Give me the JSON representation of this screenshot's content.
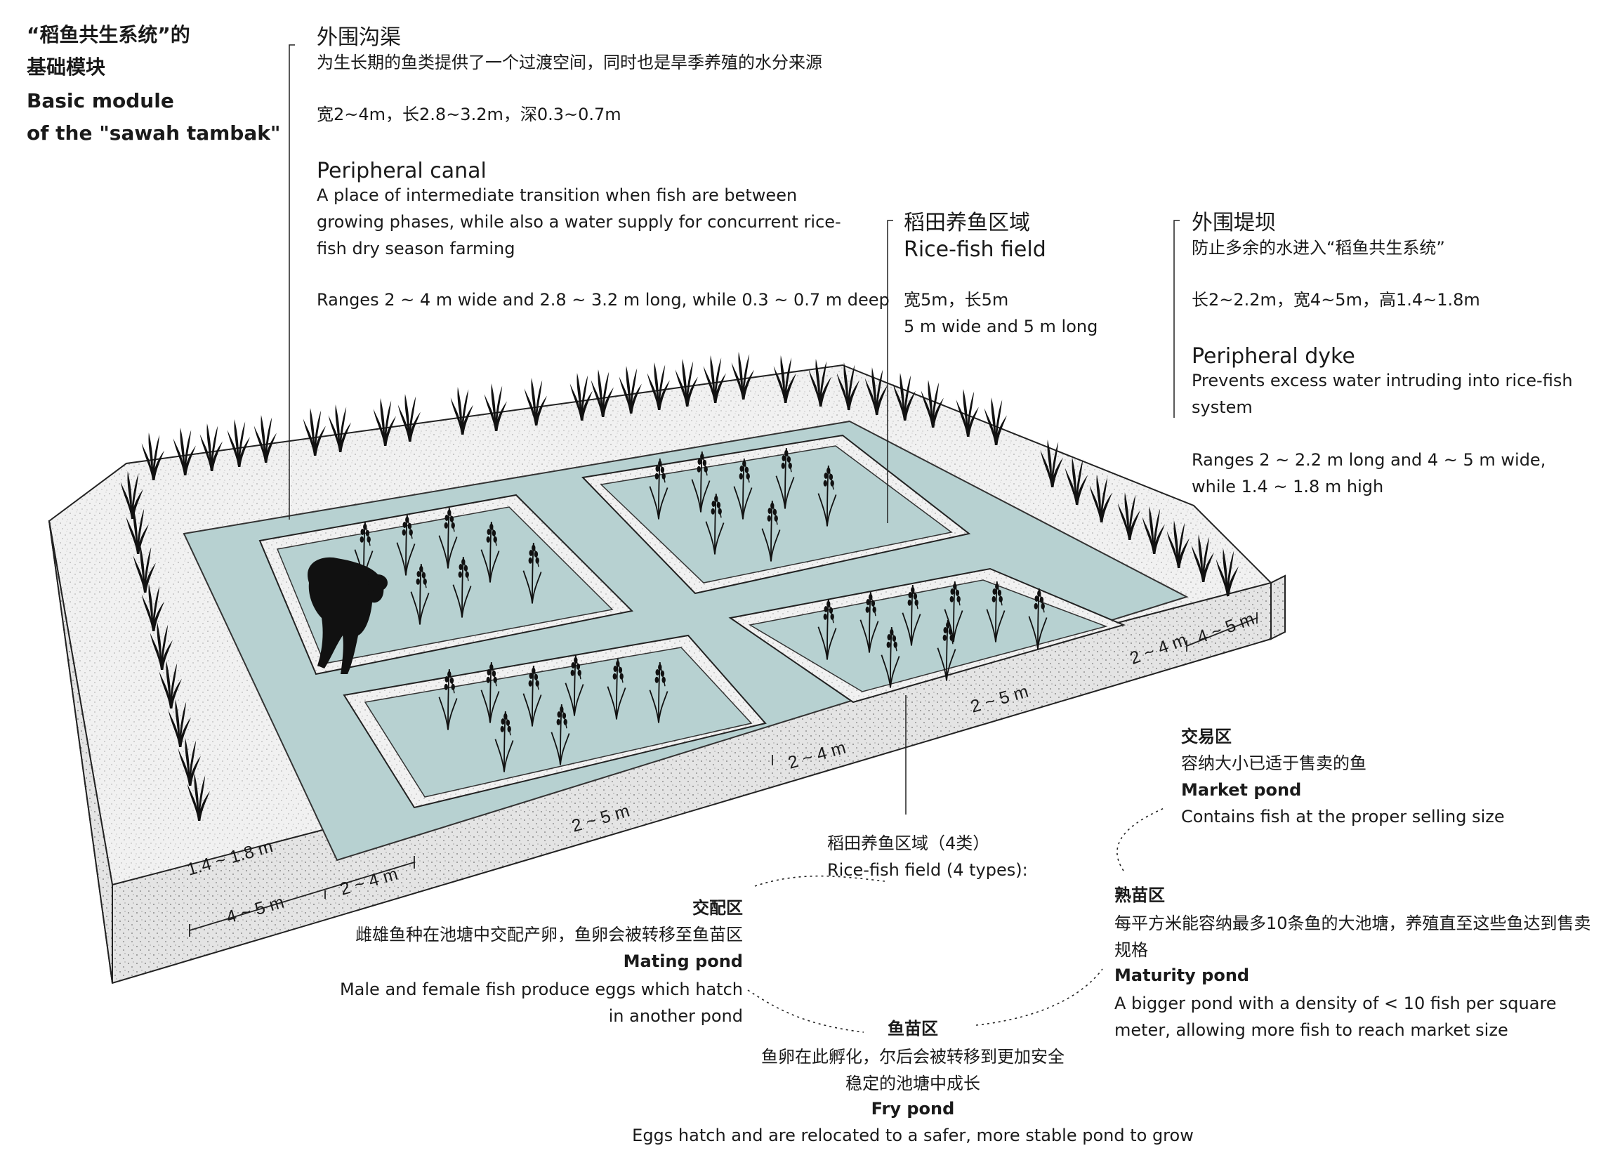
{
  "title": {
    "zh_line1": "“稻鱼共生系统”的",
    "zh_line2": "基础模块",
    "en_line1": "Basic module",
    "en_line2": "of the \"sawah tambak\""
  },
  "peripheral_canal": {
    "zh_title": "外围沟渠",
    "zh_desc": "为生长期的鱼类提供了一个过渡空间，同时也是旱季养殖的水分来源",
    "zh_dims": "宽2~4m，长2.8~3.2m，深0.3~0.7m",
    "en_title": "Peripheral canal",
    "en_desc": "A place of intermediate transition when fish are between growing phases, while also a water supply for concurrent rice-fish dry season farming",
    "en_dims": "Ranges 2 ~ 4 m wide and 2.8 ~ 3.2 m long, while 0.3 ~ 0.7 m deep"
  },
  "rice_fish_field": {
    "zh_title": "稻田养鱼区域",
    "en_title": "Rice-fish field",
    "zh_dims": "宽5m，长5m",
    "en_dims": "5 m wide and 5 m long"
  },
  "peripheral_dyke": {
    "zh_title": "外围堤坝",
    "zh_desc": "防止多余的水进入“稻鱼共生系统”",
    "zh_dims": "长2~2.2m，宽4~5m，高1.4~1.8m",
    "en_title": "Peripheral dyke",
    "en_desc": "Prevents excess water intruding into rice-fish system",
    "en_dims": "Ranges 2 ~ 2.2 m long and 4 ~ 5 m wide, while 1.4 ~ 1.8 m high"
  },
  "dimensions": {
    "height": "1.4 ~ 1.8 m",
    "dyke_width": "4 ~ 5 m",
    "canal_width_left": "2 ~ 4 m",
    "pond_front": "2 ~ 5 m",
    "canal_mid": "2 ~ 4 m",
    "pond_right": "2 ~ 5 m",
    "canal_right": "2 ~ 4 m",
    "dyke_right": "4 ~ 5 m"
  },
  "field_types": {
    "zh": "稻田养鱼区域（4类）",
    "en": "Rice-fish field (4 types):"
  },
  "market_pond": {
    "zh_title": "交易区",
    "zh_desc": "容纳大小已适于售卖的鱼",
    "en_title": "Market pond",
    "en_desc": "Contains fish at the proper selling size"
  },
  "maturity_pond": {
    "zh_title": "熟苗区",
    "zh_desc": "每平方米能容纳最多10条鱼的大池塘，养殖直至这些鱼达到售卖规格",
    "en_title": "Maturity pond",
    "en_desc": "A bigger pond with a density of < 10 fish per square meter, allowing more fish to reach market size"
  },
  "mating_pond": {
    "zh_title": "交配区",
    "zh_desc": "雌雄鱼种在池塘中交配产卵，鱼卵会被转移至鱼苗区",
    "en_title": "Mating pond",
    "en_desc": "Male and female fish produce eggs which hatch in another pond"
  },
  "fry_pond": {
    "zh_title": "鱼苗区",
    "zh_desc": "鱼卵在此孵化，尔后会被转移到更加安全稳定的池塘中成长",
    "en_title": "Fry pond",
    "en_desc": "Eggs hatch and are relocated to a safer, more stable pond to grow"
  },
  "colors": {
    "water": "#b7d1d1",
    "ground": "#eeeeee",
    "ink": "#1a1a1a"
  }
}
